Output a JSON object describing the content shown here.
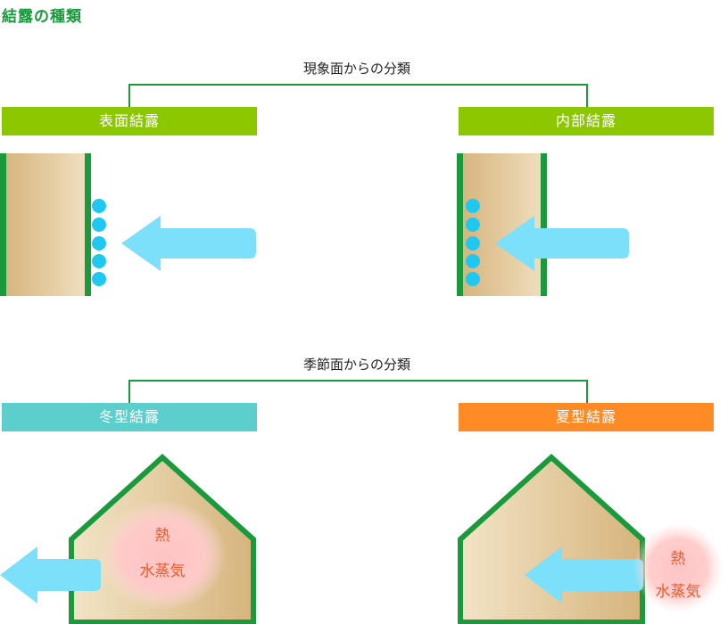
{
  "title": "結露の種類",
  "groups": {
    "phenomenon": {
      "label": "現象面からの分類",
      "left": "表面結露",
      "right": "内部結露"
    },
    "season": {
      "label": "季節面からの分類",
      "left": "冬型結露",
      "right": "夏型結露"
    }
  },
  "heat_labels": {
    "heat": "熱",
    "vapor": "水蒸気"
  },
  "colors": {
    "accent_green": "#1a9a3c",
    "bar_green": "#8cc800",
    "bar_teal": "#5ccfcc",
    "bar_orange": "#ff8a26",
    "arrow_blue": "#7de0fa",
    "droplet_blue": "#1ec8f0",
    "heat_red": "#f05a28"
  }
}
